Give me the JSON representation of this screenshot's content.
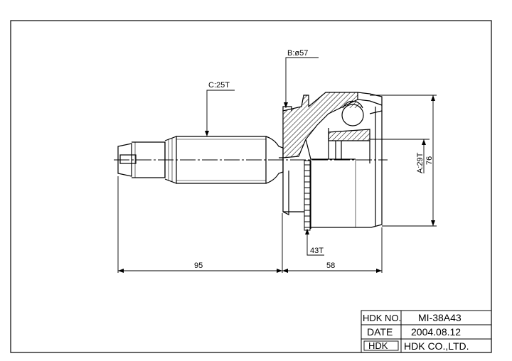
{
  "labels": {
    "c_spline": "C:25T",
    "b_dia": "B:ø57",
    "a_spline": "A:29T",
    "dim_76": "76",
    "abs_ring": "43T",
    "dim_95": "95",
    "dim_58": "58"
  },
  "title_block": {
    "no_label": "HDK NO.",
    "no_value": "MI-38A43",
    "date_label": "DATE",
    "date_value": "2004.08.12",
    "logo": "HDK",
    "company": "HDK CO.,LTD."
  },
  "colors": {
    "line": "#000000",
    "paper": "#ffffff"
  }
}
